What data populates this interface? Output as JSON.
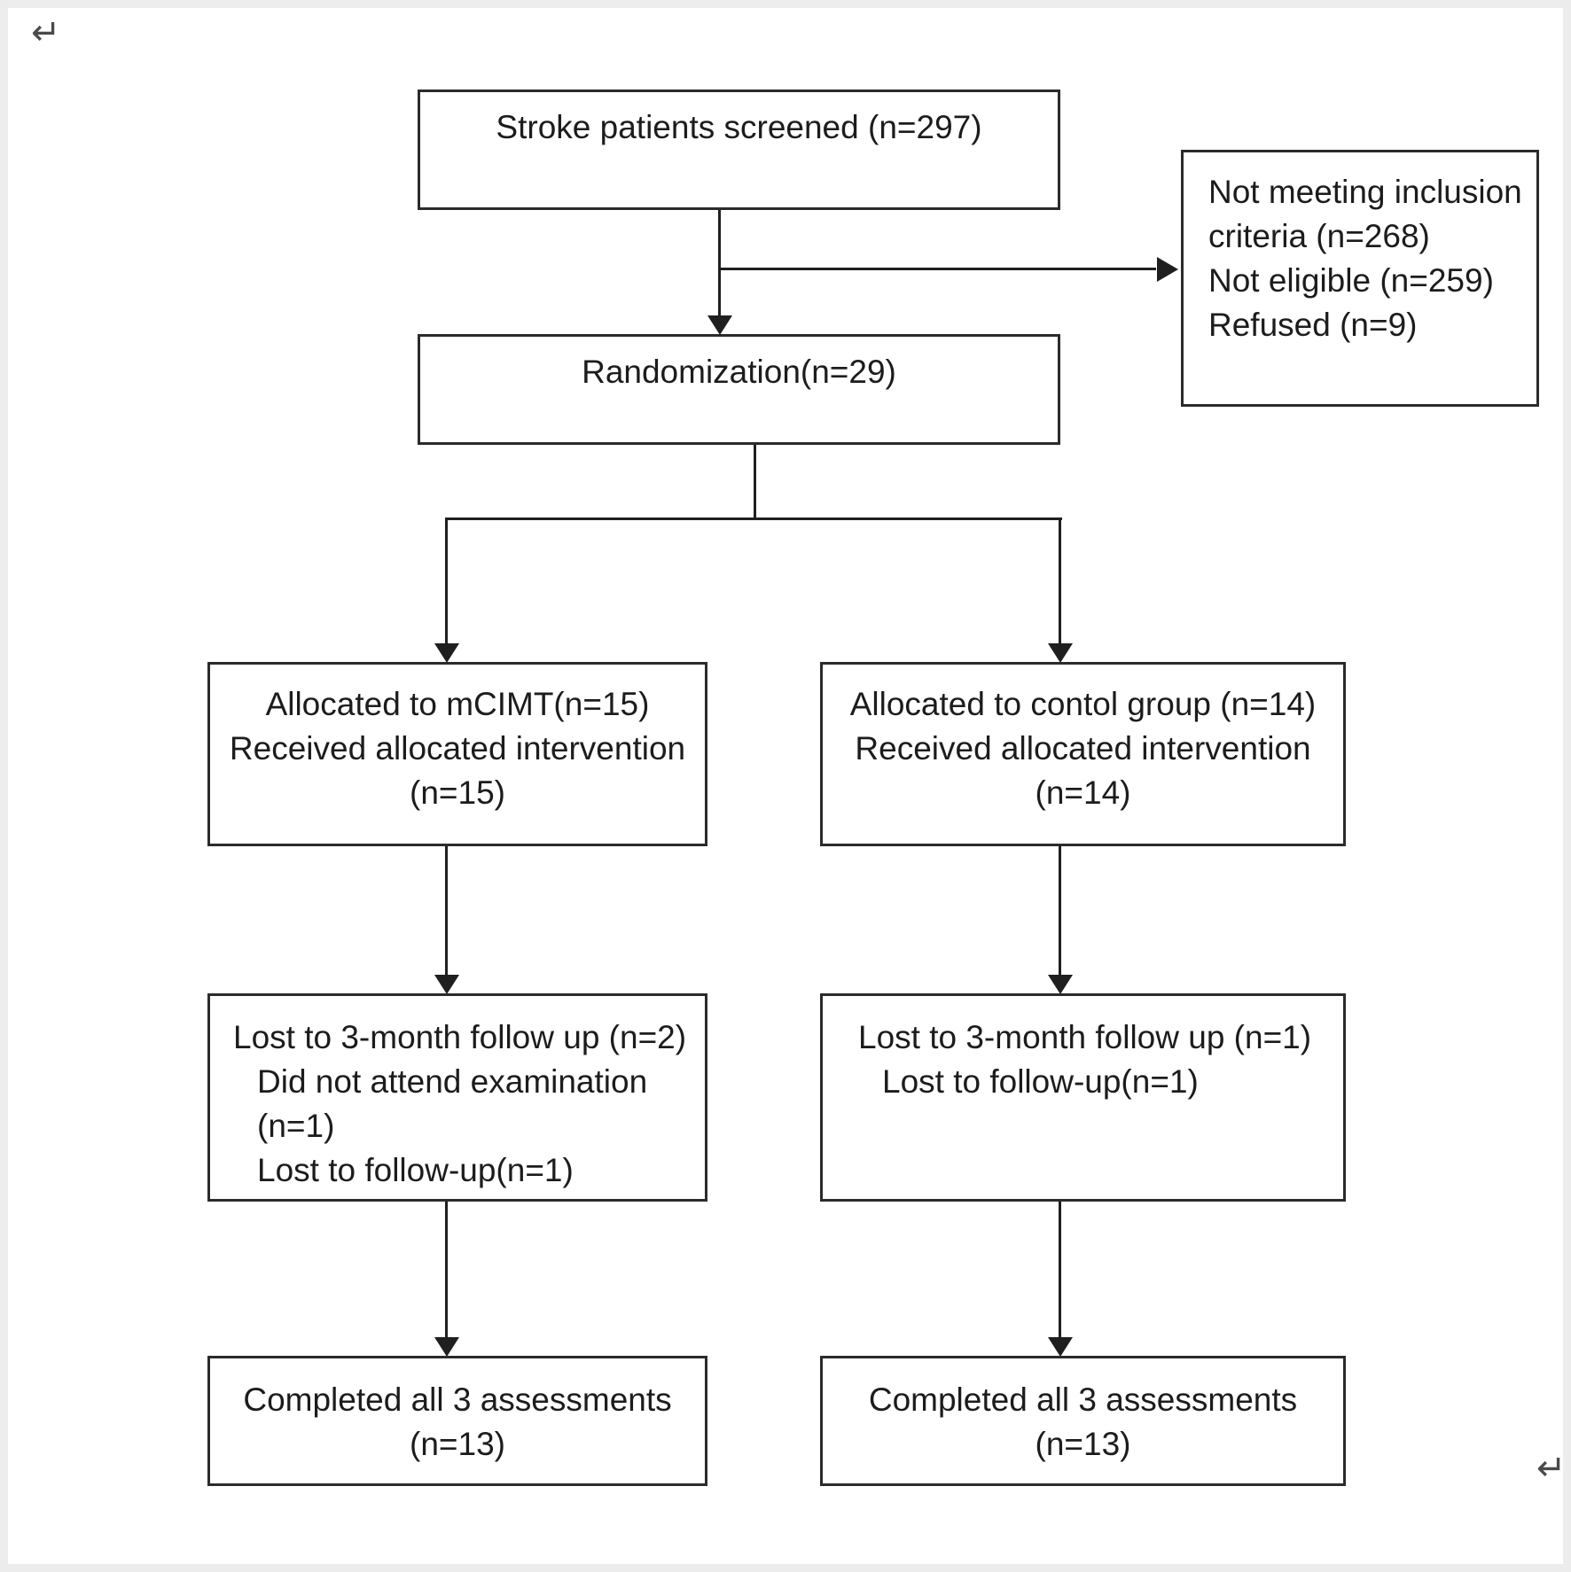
{
  "marks": {
    "return_top_left": "↵",
    "return_bottom_right": "↵"
  },
  "colors": {
    "line": "#1f1f1f",
    "frame": "#ececec",
    "text": "#1c1c1c",
    "background": "#ffffff"
  },
  "boxes": {
    "screened": {
      "lines": [
        "Stroke patients screened (n=297)"
      ]
    },
    "excluded": {
      "lines": [
        "Not meeting inclusion",
        "criteria (n=268)",
        "Not eligible (n=259)",
        "Refused (n=9)"
      ]
    },
    "randomization": {
      "lines": [
        "Randomization(n=29)"
      ]
    },
    "allocated_mcimt": {
      "lines": [
        "Allocated to mCIMT(n=15)",
        "Received allocated intervention",
        "(n=15)"
      ]
    },
    "allocated_control": {
      "lines": [
        "Allocated to contol group (n=14)",
        "Received allocated intervention",
        "(n=14)"
      ]
    },
    "lost_mcimt": {
      "lines": [
        "Lost to 3-month follow up (n=2)",
        "Did not attend examination",
        "(n=1)",
        "Lost to follow-up(n=1)"
      ]
    },
    "lost_control": {
      "lines": [
        "Lost to 3-month follow up (n=1)",
        "Lost to follow-up(n=1)"
      ]
    },
    "completed_mcimt": {
      "lines": [
        "Completed all 3 assessments",
        "(n=13)"
      ]
    },
    "completed_control": {
      "lines": [
        "Completed all 3 assessments",
        "(n=13)"
      ]
    }
  }
}
